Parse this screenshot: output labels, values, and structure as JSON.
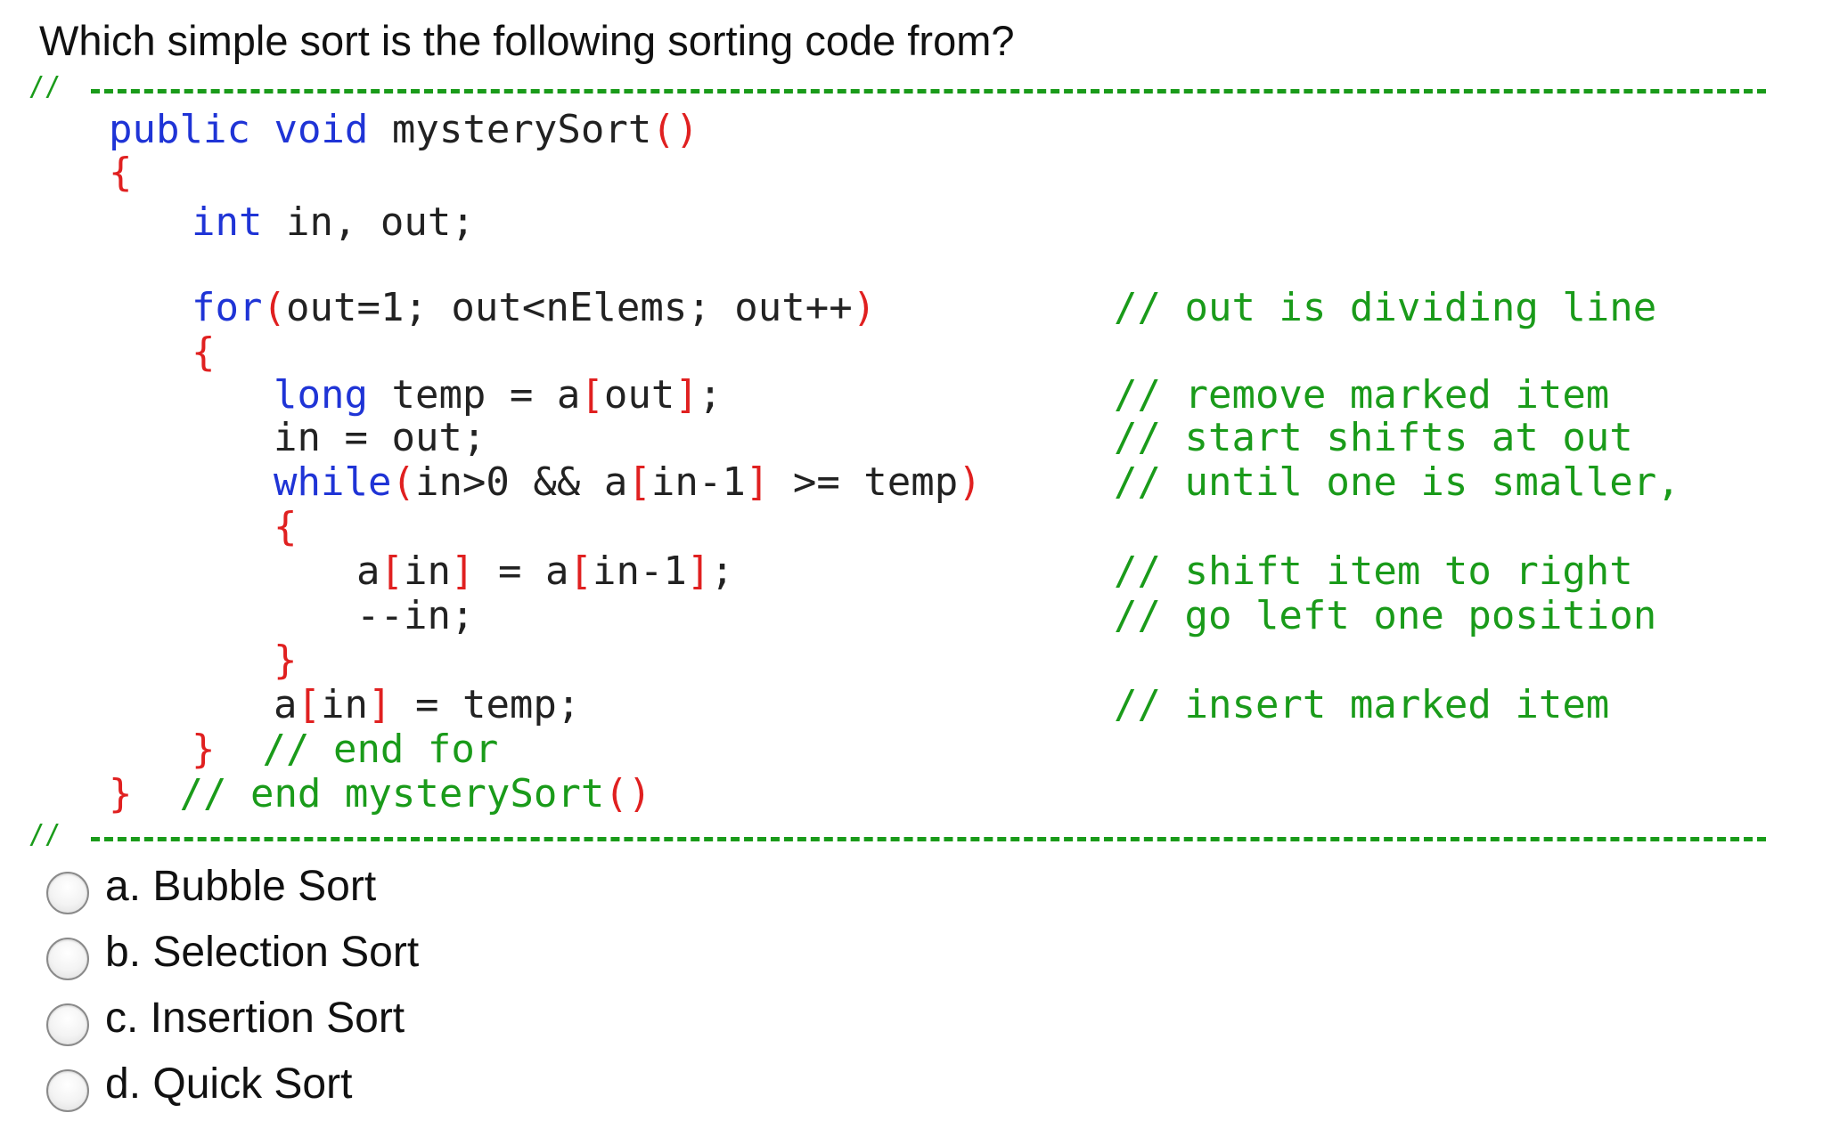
{
  "question": "Which simple sort is the following sorting code from?",
  "separator_prefix": "//",
  "code": {
    "l1": {
      "kw1": "public",
      "kw2": "void",
      "name": "mysterySort",
      "paren": "()"
    },
    "l2": {
      "brace": "{"
    },
    "l3": {
      "kw": "int",
      "text": " in, out;"
    },
    "l4": {
      "kw": "for",
      "p1": "(",
      "text": "out=1; out<nElems; out++",
      "p2": ")"
    },
    "l5": {
      "brace": "{"
    },
    "l6": {
      "kw": "long",
      "t1": " temp = a",
      "b1": "[",
      "t2": "out",
      "b2": "]",
      "t3": ";"
    },
    "l7": {
      "text": "in = out;"
    },
    "l8": {
      "kw": "while",
      "p1": "(",
      "t1": "in>0 && a",
      "b1": "[",
      "t2": "in-1",
      "b2": "]",
      "t3": " >= temp",
      "p2": ")"
    },
    "l9": {
      "brace": "{"
    },
    "l10": {
      "t1": "a",
      "b1": "[",
      "t2": "in",
      "b2": "]",
      "t3": " = a",
      "b3": "[",
      "t4": "in-1",
      "b4": "]",
      "t5": ";"
    },
    "l11": {
      "text": "--in;"
    },
    "l12": {
      "brace": "}"
    },
    "l13": {
      "t1": "a",
      "b1": "[",
      "t2": "in",
      "b2": "]",
      "t3": " = temp;"
    },
    "l14": {
      "brace": "}",
      "comment": "// end for"
    },
    "l15": {
      "brace": "}",
      "comment_prefix": "// end mysterySort",
      "paren": "()"
    }
  },
  "comments": {
    "c4": "// out is dividing line",
    "c6": "// remove marked item",
    "c7": "// start shifts at out",
    "c8": "// until one is smaller,",
    "c10": "// shift item to right",
    "c11": "// go left one position",
    "c13": "// insert marked item"
  },
  "options": [
    {
      "label": "a.  Bubble Sort"
    },
    {
      "label": "b.  Selection Sort"
    },
    {
      "label": "c.  Insertion Sort"
    },
    {
      "label": "d.  Quick Sort"
    }
  ],
  "colors": {
    "keyword": "#1f34d6",
    "punct": "#e02020",
    "comment": "#1a9b1a",
    "text": "#222222"
  }
}
